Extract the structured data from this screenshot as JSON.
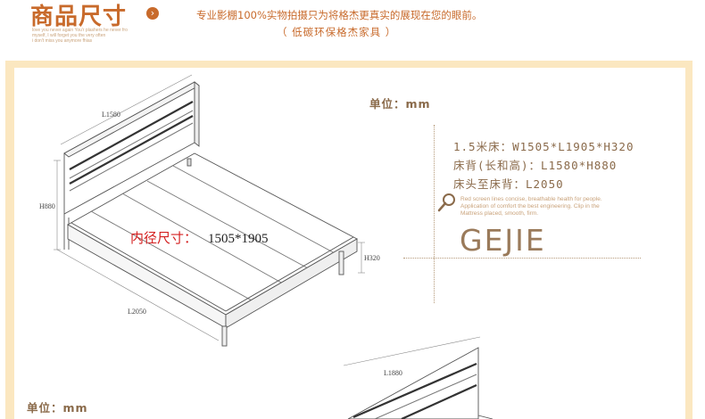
{
  "header": {
    "title": "商品尺寸",
    "title_icon": "arrow-right-icon",
    "small_lines": [
      "love you never again You'r plashers he never fro",
      "myself, I will forget you the very often",
      "i don't miss you anymore fhias"
    ],
    "line1": "专业影棚100%实物拍摄只为将格杰更真实的展现在您的眼前。",
    "line2": "（ 低碳环保格杰家具 ）"
  },
  "diagram1": {
    "dims": {
      "length_top": "L1580",
      "height": "H880",
      "length_side": "L2050",
      "leg_height": "H320"
    },
    "inner_label": "内径尺寸：",
    "inner_value": "1505*1905"
  },
  "specs": {
    "unit": "单位：mm",
    "line1": "1.5米床：W1505*L1905*H320",
    "line2": "床背(长和高)：L1580*H880",
    "line3": "床头至床背：L2050"
  },
  "brand": {
    "name": "GEJIE",
    "icon": "magnifier-icon",
    "small_lines": [
      "Red screen lines concise, breathable health for people.",
      "Application of comfort the best engineering. Clip in the",
      "Mattress placed, smooth, firm."
    ]
  },
  "diagram2": {
    "dims": {
      "length_top": "L1880"
    },
    "unit": "单位：mm"
  },
  "colors": {
    "accent": "#c86a2b",
    "frame": "#fbe7c0",
    "text": "#8a6a4a"
  }
}
